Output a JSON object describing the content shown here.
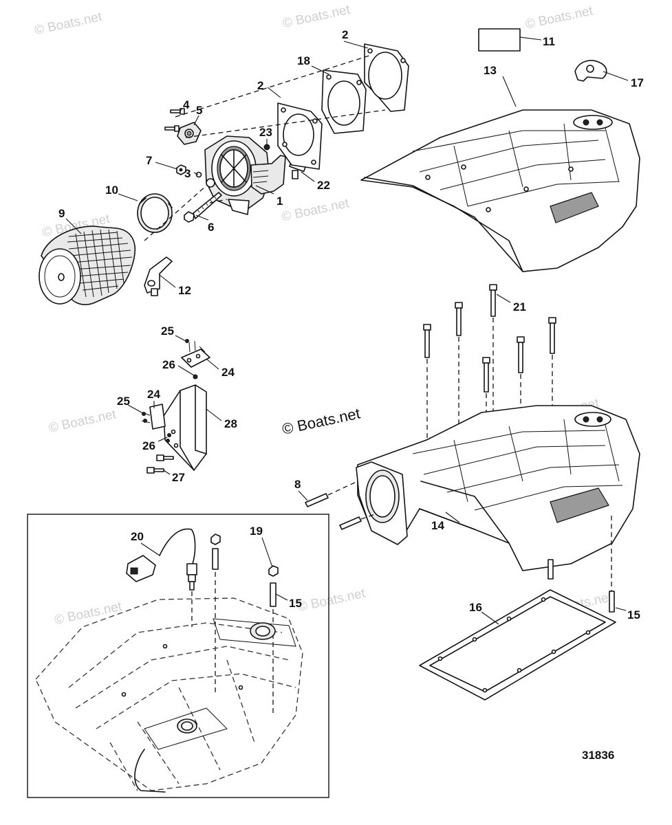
{
  "diagram_id": "31836",
  "watermark_main": "© Boats.net",
  "watermark_faint": "© Boats.net",
  "callouts": [
    {
      "id": "c1",
      "label": "1"
    },
    {
      "id": "c2a",
      "label": "2"
    },
    {
      "id": "c2b",
      "label": "2"
    },
    {
      "id": "c3",
      "label": "3"
    },
    {
      "id": "c4",
      "label": "4"
    },
    {
      "id": "c5",
      "label": "5"
    },
    {
      "id": "c6",
      "label": "6"
    },
    {
      "id": "c7",
      "label": "7"
    },
    {
      "id": "c8",
      "label": "8"
    },
    {
      "id": "c9",
      "label": "9"
    },
    {
      "id": "c10",
      "label": "10"
    },
    {
      "id": "c11",
      "label": "11"
    },
    {
      "id": "c12",
      "label": "12"
    },
    {
      "id": "c13",
      "label": "13"
    },
    {
      "id": "c14",
      "label": "14"
    },
    {
      "id": "c15a",
      "label": "15"
    },
    {
      "id": "c15b",
      "label": "15"
    },
    {
      "id": "c16",
      "label": "16"
    },
    {
      "id": "c17",
      "label": "17"
    },
    {
      "id": "c18",
      "label": "18"
    },
    {
      "id": "c19",
      "label": "19"
    },
    {
      "id": "c20",
      "label": "20"
    },
    {
      "id": "c21",
      "label": "21"
    },
    {
      "id": "c22",
      "label": "22"
    },
    {
      "id": "c23",
      "label": "23"
    },
    {
      "id": "c24a",
      "label": "24"
    },
    {
      "id": "c24b",
      "label": "24"
    },
    {
      "id": "c25a",
      "label": "25"
    },
    {
      "id": "c25b",
      "label": "25"
    },
    {
      "id": "c26a",
      "label": "26"
    },
    {
      "id": "c26b",
      "label": "26"
    },
    {
      "id": "c27",
      "label": "27"
    },
    {
      "id": "c28",
      "label": "28"
    }
  ]
}
